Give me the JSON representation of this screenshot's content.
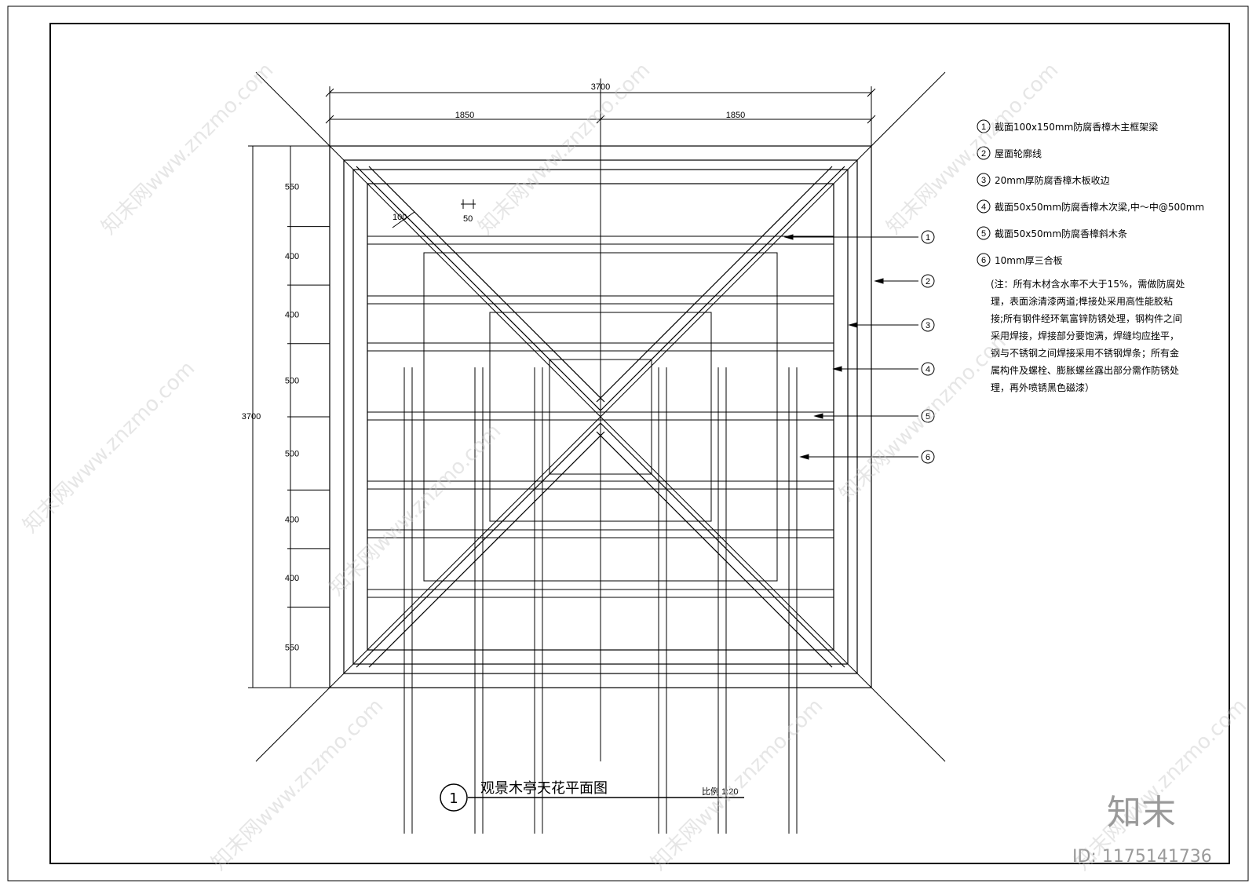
{
  "dimensions": {
    "overall_width": "3700",
    "half_left": "1850",
    "half_right": "1850",
    "overall_height": "3700",
    "member_width": "100",
    "member_small": "50",
    "vertical_spacings": [
      "550",
      "400",
      "400",
      "500",
      "500",
      "400",
      "400",
      "550"
    ]
  },
  "legend": [
    {
      "num": "1",
      "text": "截面100x150mm防腐香樟木主框架梁"
    },
    {
      "num": "2",
      "text": "屋面轮廓线"
    },
    {
      "num": "3",
      "text": "20mm厚防腐香樟木板收边"
    },
    {
      "num": "4",
      "text": "截面50x50mm防腐香樟木次梁,中～中@500mm"
    },
    {
      "num": "5",
      "text": "截面50x50mm防腐香樟斜木条"
    },
    {
      "num": "6",
      "text": "10mm厚三合板"
    }
  ],
  "notes": [
    "(注：所有木材含水率不大于15%，需做防腐处",
    "理，表面涂清漆两道;榫接处采用高性能胶粘",
    "接;所有钢件经环氧富锌防锈处理，钢构件之间",
    "采用焊接，焊接部分要饱满，焊缝均应挫平，",
    "钢与不锈钢之间焊接采用不锈钢焊条；所有金",
    "属构件及螺栓、膨胀螺丝露出部分需作防锈处",
    "理，再外喷锈黑色磁漆）"
  ],
  "callouts": [
    "1",
    "2",
    "3",
    "4",
    "5",
    "6"
  ],
  "title": {
    "number": "1",
    "text": "观景木亭天花平面图",
    "scale": "比例 1:20"
  },
  "watermark": {
    "brand": "知末",
    "id": "ID: 1175141736",
    "site": "知末网www.znzmo.com"
  }
}
